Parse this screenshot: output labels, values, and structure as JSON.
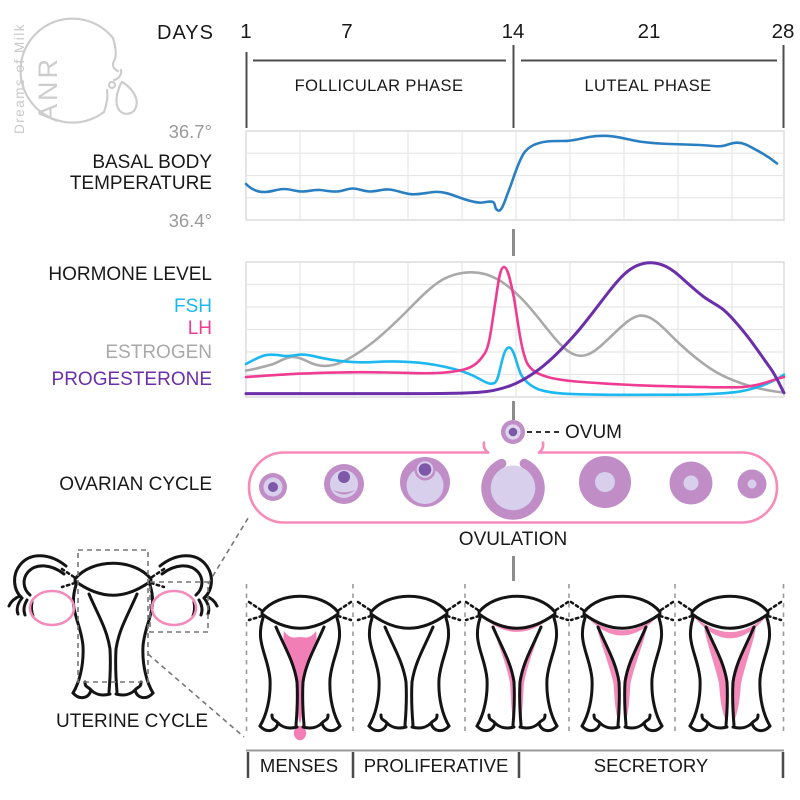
{
  "watermark": {
    "line1": "Dreams of Milk",
    "line2": "ANR"
  },
  "timeline": {
    "axis_label": "DAYS",
    "day_ticks": [
      "1",
      "7",
      "14",
      "21",
      "28"
    ],
    "phases": [
      "FOLLICULAR PHASE",
      "LUTEAL PHASE"
    ]
  },
  "temperature_panel": {
    "label_line1": "BASAL BODY",
    "label_line2": "TEMPERATURE",
    "y_top_label": "36.7°",
    "y_bottom_label": "36.4°"
  },
  "hormone_panel": {
    "label": "HORMONE LEVEL",
    "legend": [
      {
        "name": "FSH",
        "color": "#1cb8f0"
      },
      {
        "name": "LH",
        "color": "#ef3c92"
      },
      {
        "name": "ESTROGEN",
        "color": "#a9a9a9"
      },
      {
        "name": "PROGESTERONE",
        "color": "#6a2fa9"
      }
    ]
  },
  "ovarian_panel": {
    "label": "OVARIAN CYCLE",
    "ovum_label": "OVUM",
    "ovulation_label": "OVULATION",
    "stage_icons": [
      "primary-follicle",
      "growing-follicle",
      "mature-follicle",
      "ruptured-follicle-ovulation",
      "corpus-luteum",
      "degenerating-corpus-luteum",
      "corpus-albicans"
    ]
  },
  "uterine_panel": {
    "label": "UTERINE CYCLE",
    "phase_labels": [
      "MENSES",
      "PROLIFERATIVE",
      "SECRETORY"
    ],
    "stage_icons": [
      "uterus-menstruation",
      "uterus-thin-lining",
      "uterus-early-thickening",
      "uterus-thickened-lining",
      "uterus-thick-secretory-lining"
    ]
  },
  "colors": {
    "temperature_line": "#2a7fc1",
    "fsh": "#1cb8f0",
    "lh": "#ef3c92",
    "estrogen": "#a9a9a9",
    "progesterone": "#6a2fa9",
    "capsule_pink": "#f78ab8",
    "follicle_mauve": "#c08dc7",
    "follicle_lavender": "#d7cfeb",
    "nucleus_purple": "#7e58a8",
    "lining_pink": "#f27eb6",
    "watermark_gray": "#cccccc"
  },
  "chart_data": [
    {
      "type": "line",
      "title": "BASAL BODY TEMPERATURE",
      "xlabel": "DAYS",
      "x_range": [
        1,
        28
      ],
      "y_tick_labels": [
        "36.4°",
        "36.7°"
      ],
      "ylim": [
        36.4,
        36.7
      ],
      "grid": true,
      "series": [
        {
          "name": "basal body temperature",
          "color": "#2a7fc1",
          "x": [
            1,
            2,
            3,
            4,
            5,
            6,
            7,
            8,
            9,
            10,
            11,
            12,
            13,
            14,
            15,
            16,
            17,
            18,
            19,
            20,
            21,
            22,
            23,
            24,
            25,
            26,
            27,
            28
          ],
          "y": [
            36.55,
            36.52,
            36.53,
            36.52,
            36.53,
            36.53,
            36.52,
            36.51,
            36.5,
            36.49,
            36.5,
            36.49,
            36.46,
            36.43,
            36.63,
            36.65,
            36.66,
            36.67,
            36.67,
            36.67,
            36.66,
            36.65,
            36.64,
            36.64,
            36.63,
            36.64,
            36.61,
            36.57
          ]
        }
      ]
    },
    {
      "type": "line",
      "title": "HORMONE LEVEL",
      "xlabel": "DAYS",
      "x_range": [
        1,
        28
      ],
      "ylabel": "relative hormone level (0-100, unlabeled axis)",
      "grid": true,
      "legend_position": "left",
      "x": [
        1,
        2,
        3,
        4,
        5,
        6,
        7,
        8,
        9,
        10,
        11,
        12,
        13,
        14,
        15,
        16,
        17,
        18,
        19,
        20,
        21,
        22,
        23,
        24,
        25,
        26,
        27,
        28
      ],
      "series": [
        {
          "name": "FSH",
          "color": "#1cb8f0",
          "values": [
            22,
            25,
            24,
            23,
            23,
            22,
            22,
            22,
            21,
            20,
            18,
            15,
            12,
            34,
            8,
            5,
            4,
            4,
            4,
            4,
            4,
            4,
            4,
            4,
            5,
            6,
            10,
            16
          ]
        },
        {
          "name": "LH",
          "color": "#ef3c92",
          "values": [
            13,
            14,
            14,
            14,
            15,
            15,
            15,
            15,
            15,
            15,
            15,
            16,
            18,
            96,
            16,
            11,
            10,
            9,
            9,
            8,
            8,
            8,
            8,
            8,
            8,
            8,
            10,
            13
          ]
        },
        {
          "name": "ESTROGEN",
          "color": "#a9a9a9",
          "values": [
            17,
            18,
            19,
            18,
            19,
            22,
            27,
            34,
            43,
            54,
            66,
            78,
            87,
            85,
            62,
            40,
            31,
            33,
            40,
            50,
            58,
            52,
            40,
            28,
            18,
            10,
            6,
            5
          ]
        },
        {
          "name": "PROGESTERONE",
          "color": "#6a2fa9",
          "values": [
            2,
            2,
            2,
            2,
            2,
            2,
            2,
            2,
            2,
            2,
            2,
            2,
            3,
            6,
            16,
            34,
            54,
            73,
            88,
            96,
            98,
            92,
            82,
            66,
            46,
            26,
            11,
            3
          ]
        }
      ]
    }
  ]
}
